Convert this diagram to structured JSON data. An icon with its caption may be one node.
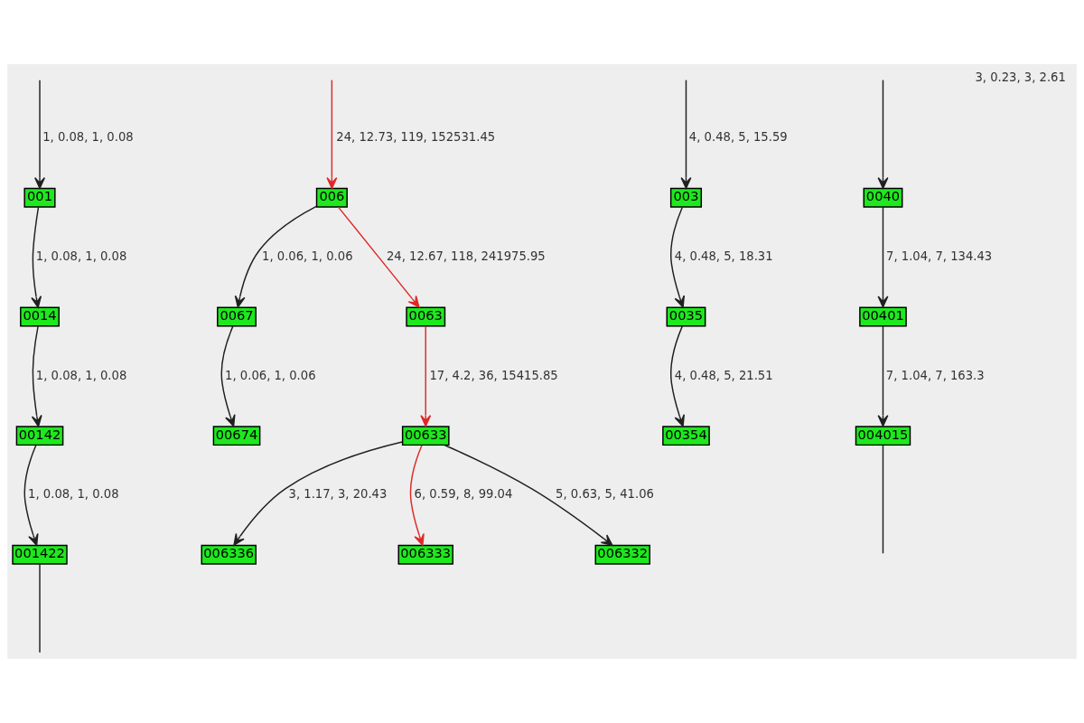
{
  "diagram": {
    "nodes": [
      {
        "text": [
          "001"
        ]
      },
      {
        "text": [
          "006"
        ]
      },
      {
        "text": [
          "003"
        ]
      },
      {
        "text": [
          "0014"
        ]
      },
      {
        "text": [
          "0067"
        ]
      },
      {
        "text": [
          "0063"
        ]
      },
      {
        "text": [
          "0035"
        ]
      },
      {
        "text": [
          "0040"
        ]
      },
      {
        "text": [
          "00142"
        ]
      },
      {
        "text": [
          "00674"
        ]
      },
      {
        "text": [
          "00633"
        ]
      },
      {
        "text": [
          "00354"
        ]
      },
      {
        "text": [
          "00401"
        ]
      },
      {
        "text": [
          "001422"
        ]
      },
      {
        "text": [
          "006336"
        ]
      },
      {
        "text": [
          "006333"
        ]
      },
      {
        "text": [
          "006332"
        ]
      },
      {
        "text": [
          "004015"
        ]
      }
    ],
    "edges": [
      {
        "from": null,
        "to": 0,
        "arrow": "to",
        "label": "1, 0.08, 1, 0.08"
      },
      {
        "from": null,
        "to": 1,
        "arrow": "to",
        "label": "24, 12.73, 119, 152531.45",
        "color": "#e02828"
      },
      {
        "from": null,
        "to": 2,
        "arrow": "to",
        "label": "4, 0.48, 5, 15.59"
      },
      {
        "from": 0,
        "to": 3,
        "arrow": "to",
        "label": "1, 0.08, 1, 0.08"
      },
      {
        "from": 1,
        "to": 4,
        "arrow": "to",
        "label": "1, 0.06, 1, 0.06"
      },
      {
        "from": 1,
        "to": 5,
        "arrow": "to",
        "label": "24, 12.67, 118, 241975.95",
        "color": "#e02828"
      },
      {
        "from": 2,
        "to": 6,
        "arrow": "to",
        "label": "4, 0.48, 5, 18.31"
      },
      {
        "from": null,
        "to": 7,
        "arrow": "to"
      },
      {
        "from": 3,
        "to": 8,
        "arrow": "to",
        "label": "1, 0.08, 1, 0.08"
      },
      {
        "from": 4,
        "to": 9,
        "arrow": "to",
        "label": "1, 0.06, 1, 0.06"
      },
      {
        "from": 5,
        "to": 10,
        "arrow": "to",
        "label": "17, 4.2, 36, 15415.85",
        "color": "#e02828"
      },
      {
        "from": 6,
        "to": 11,
        "arrow": "to",
        "label": "4, 0.48, 5, 21.51"
      },
      {
        "from": 7,
        "to": 12,
        "arrow": "to",
        "label": "7, 1.04, 7, 134.43"
      },
      {
        "from": 8,
        "to": 13,
        "arrow": "to",
        "label": "1, 0.08, 1, 0.08"
      },
      {
        "from": 10,
        "to": 14,
        "arrow": "to",
        "label": "3, 1.17, 3, 20.43"
      },
      {
        "from": 10,
        "to": 15,
        "arrow": "to",
        "label": "6, 0.59, 8, 99.04",
        "color": "#e02828"
      },
      {
        "from": 10,
        "to": 16,
        "arrow": "to",
        "label": "5, 0.63, 5, 41.06"
      },
      {
        "from": 12,
        "to": 17,
        "arrow": "to",
        "label": "7, 1.04, 7, 163.3"
      },
      {
        "from": 13,
        "to": null,
        "arrow": "none"
      },
      {
        "from": 17,
        "to": null,
        "arrow": "none"
      }
    ],
    "labels": [
      "3, 0.23, 3, 2.61"
    ]
  }
}
